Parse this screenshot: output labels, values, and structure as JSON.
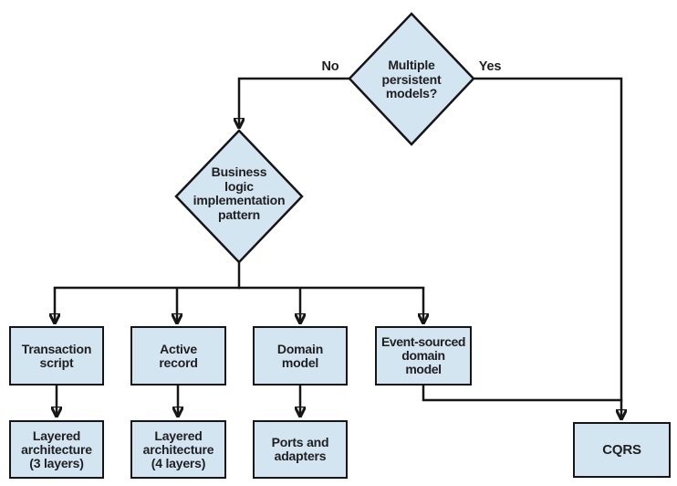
{
  "colors": {
    "node-fill": "#d4e5f2",
    "line": "#161616",
    "text": "#1f1f1f",
    "background": "#ffffff"
  },
  "nodes": {
    "decision_multiple_persistent_models": {
      "label": "Multiple\npersistent\nmodels?"
    },
    "decision_business_logic_pattern": {
      "label": "Business\nlogic\nimplementation\npattern"
    },
    "transaction_script": {
      "label": "Transaction\nscript"
    },
    "active_record": {
      "label": "Active\nrecord"
    },
    "domain_model": {
      "label": "Domain\nmodel"
    },
    "event_sourced_domain_model": {
      "label": "Event-sourced\ndomain\nmodel"
    },
    "layered_architecture_3": {
      "label": "Layered\narchitecture\n(3 layers)"
    },
    "layered_architecture_4": {
      "label": "Layered\narchitecture\n(4 layers)"
    },
    "ports_and_adapters": {
      "label": "Ports and\nadapters"
    },
    "cqrs": {
      "label": "CQRS"
    }
  },
  "edge_labels": {
    "no": "No",
    "yes": "Yes"
  }
}
